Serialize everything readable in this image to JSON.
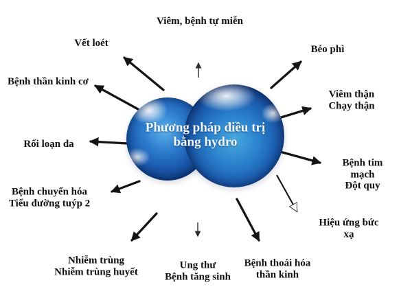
{
  "diagram": {
    "center": {
      "line1": "Phương pháp điều trị",
      "line2": "bằng hydro"
    },
    "nodes": [
      {
        "id": "inflammation-autoimmune",
        "text": "Viêm, bệnh tự miễn"
      },
      {
        "id": "ulcers",
        "text": "Vết loét"
      },
      {
        "id": "neuromuscular-disease",
        "text": "Bệnh thần kinh cơ"
      },
      {
        "id": "skin-disorders",
        "text": "Rối loạn da"
      },
      {
        "id": "metabolic-disease-diabetes",
        "text": "Bệnh chuyển hóa\nTiểu đường tuýp 2"
      },
      {
        "id": "infection-sepsis",
        "text": "Nhiễm trùng\nNhiễm trùng huyết"
      },
      {
        "id": "cancer-proliferative",
        "text": "Ung thư\nBệnh tăng sinh"
      },
      {
        "id": "neurodegenerative-disease",
        "text": "Bệnh thoái hóa\nthần kinh"
      },
      {
        "id": "radiation-effects",
        "text": "Hiệu ứng bức xạ"
      },
      {
        "id": "cardiovascular-stroke",
        "text": "Bệnh tim mạch\nĐột quy"
      },
      {
        "id": "nephritis-dialysis",
        "text": "Viêm thận\nChạy thận"
      },
      {
        "id": "obesity",
        "text": "Béo phì"
      }
    ],
    "colors": {
      "background": "#ffffff",
      "sphere_blue": "#2b7fce",
      "sphere_navy": "#0a1f4e",
      "arrow_black": "#141414",
      "label_text": "#111111",
      "center_text": "#f2f9ff"
    }
  }
}
